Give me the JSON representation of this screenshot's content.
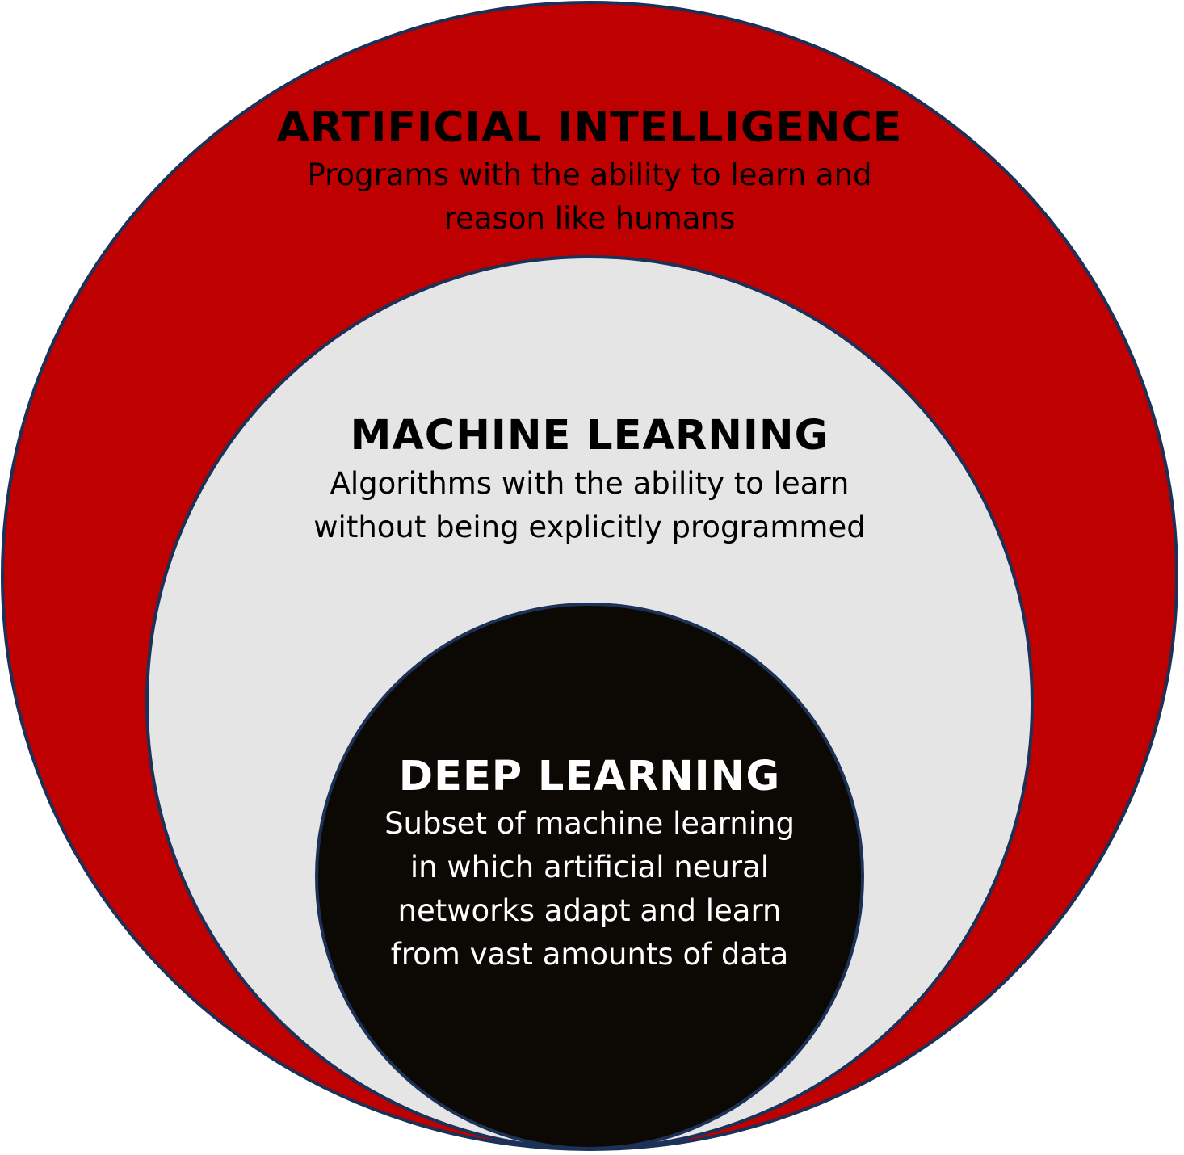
{
  "colors": {
    "outer_fill": "#be0000",
    "middle_fill": "#e5e5e5",
    "inner_fill": "#0c0904",
    "stroke": "#1c3157",
    "background": "#ffffff"
  },
  "circles": {
    "artificial_intelligence": {
      "title": "ARTIFICIAL INTELLIGENCE",
      "description_lines": [
        "Programs with the ability to learn and",
        "reason like humans"
      ]
    },
    "machine_learning": {
      "title": "MACHINE LEARNING",
      "description_lines": [
        "Algorithms with the ability to learn",
        "without being explicitly programmed"
      ]
    },
    "deep_learning": {
      "title": "DEEP LEARNING",
      "description_lines": [
        "Subset of machine learning",
        "in which artificial neural",
        "networks adapt and learn",
        "from vast amounts of data"
      ]
    }
  }
}
